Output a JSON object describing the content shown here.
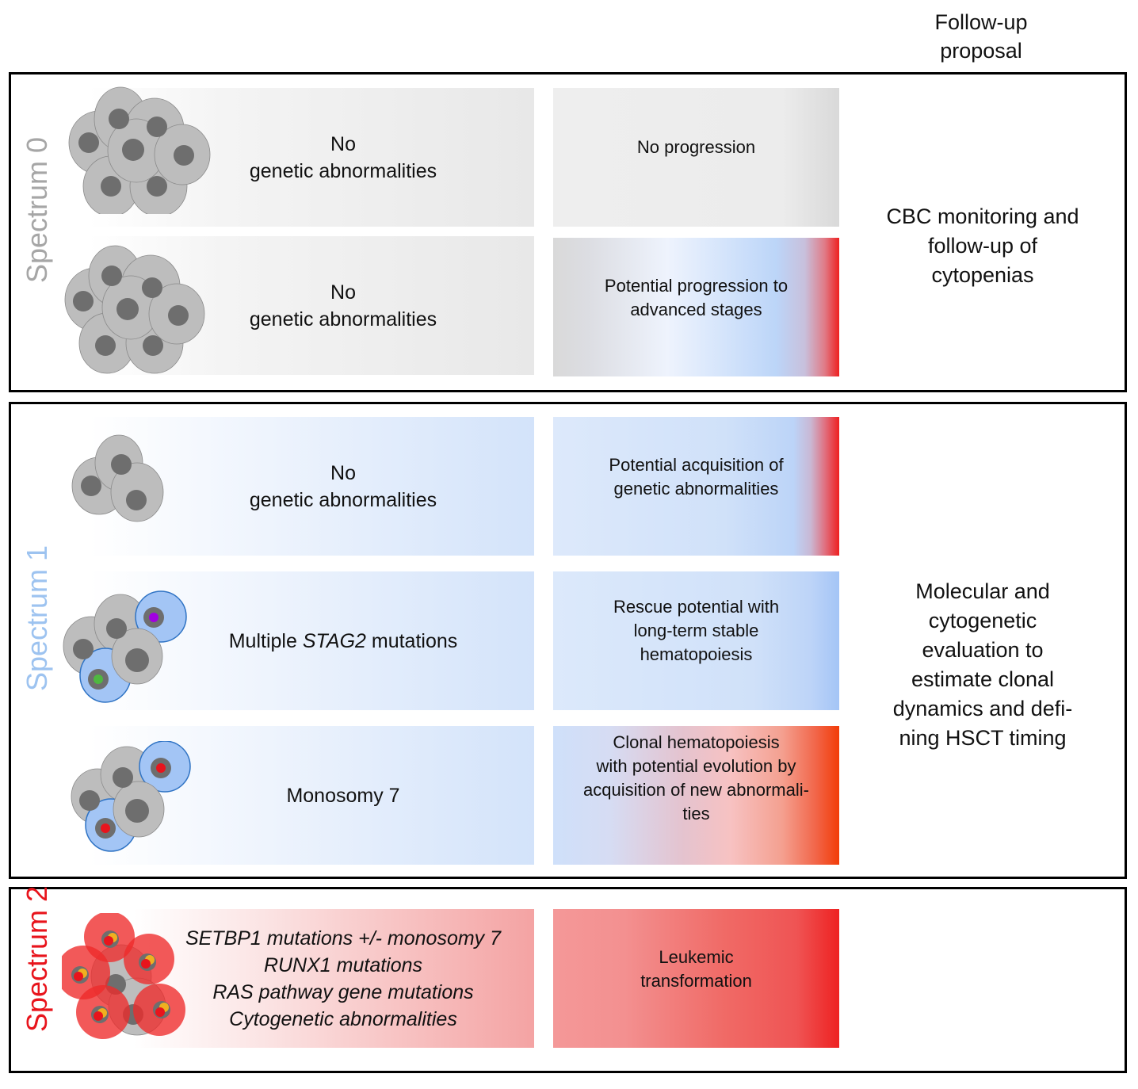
{
  "header": {
    "follow_up_title": "Follow-up\nproposal"
  },
  "colors": {
    "spectrum0": "#a6a6a6",
    "spectrum1": "#9dc3f0",
    "spectrum2": "#e8141c",
    "cell_grey": "#bdbdbd",
    "nucleus": "#6e6e6e",
    "cell_blue": "#a3c5f5",
    "cell_red": "#ee4444"
  },
  "panels": [
    {
      "label": "Spectrum 0",
      "follow_up": "CBC monitoring and\nfollow-up of\ncytopenias",
      "rows": [
        {
          "genetics": [
            "No",
            "genetic abnormalities"
          ],
          "outcome": "No progression",
          "cells_icon": "grey-cell-cluster"
        },
        {
          "genetics": [
            "No",
            "genetic abnormalities"
          ],
          "outcome": "Potential progression to\nadvanced stages",
          "cells_icon": "grey-cell-cluster"
        }
      ]
    },
    {
      "label": "Spectrum 1",
      "follow_up": "Molecular and\ncytogenetic\nevaluation to\nestimate clonal\ndynamics and defi-\nning HSCT timing",
      "rows": [
        {
          "genetics": [
            "No",
            "genetic abnormalities"
          ],
          "outcome": "Potential acquisition of\ngenetic abnormalities",
          "cells_icon": "small-grey-cell-cluster"
        },
        {
          "genetics_prefix": "Multiple ",
          "genetics_italic": "STAG2",
          "genetics_suffix": " mutations",
          "outcome": "Rescue potential with\nlong-term stable\nhematopoiesis",
          "cells_icon": "stag2-mutant-cell-cluster"
        },
        {
          "genetics": [
            "Monosomy 7"
          ],
          "outcome": "Clonal hematopoiesis\nwith potential evolution by\nacquisition of new abnormali-\nties",
          "cells_icon": "monosomy7-cell-cluster"
        }
      ]
    },
    {
      "label": "Spectrum 2",
      "follow_up": "",
      "rows": [
        {
          "genetics": [
            "SETBP1 mutations +/- monosomy 7",
            "RUNX1 mutations",
            "RAS pathway gene mutations",
            "Cytogenetic abnormalities"
          ],
          "outcome": "Leukemic\ntransformation",
          "cells_icon": "leukemic-cell-cluster"
        }
      ]
    }
  ]
}
